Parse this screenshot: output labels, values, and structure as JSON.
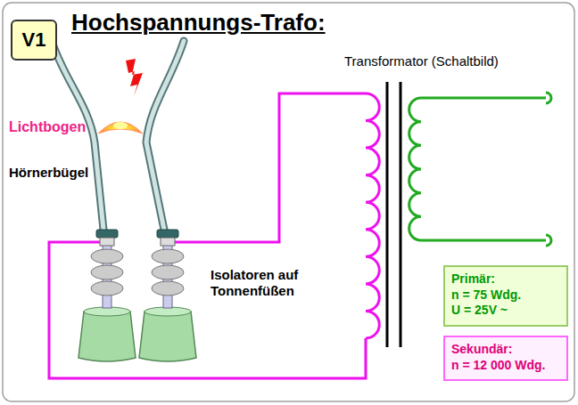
{
  "diagram": {
    "title": "Hochspannungs-Trafo:",
    "nodes": [
      {
        "text": [
          "V1"
        ]
      },
      {
        "text": [
          "Primär:",
          "n = 75 Wdg.",
          "U = 25V ~"
        ]
      },
      {
        "text": [
          "Sekundär:",
          "n = 12 000 Wdg."
        ]
      }
    ],
    "labels": [
      "Transformator (Schaltbild)",
      "Lichtbogen",
      "Hörnerbügel",
      "Isolatoren auf Tonnenfüßen"
    ]
  }
}
